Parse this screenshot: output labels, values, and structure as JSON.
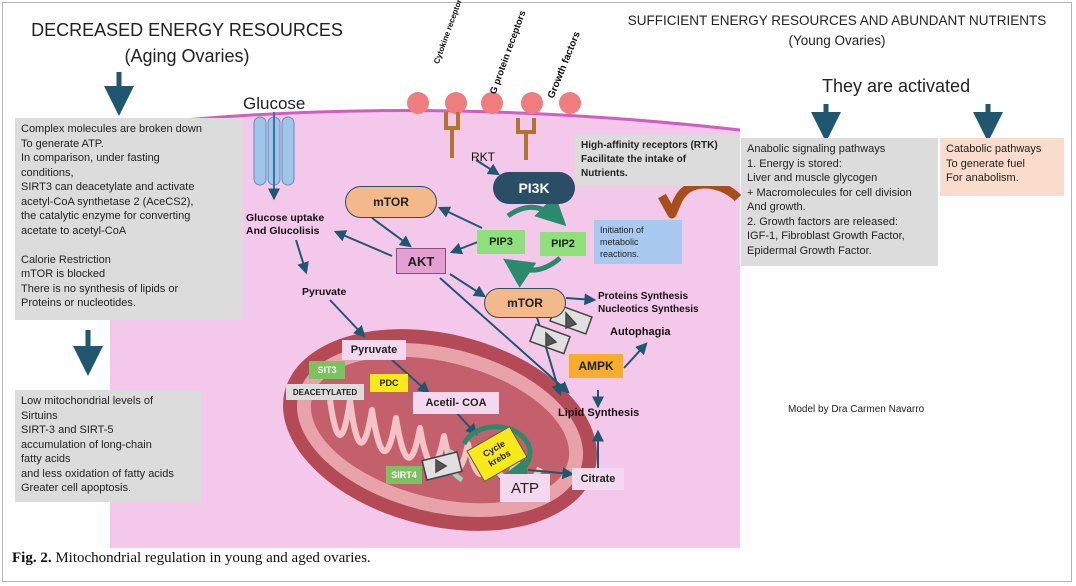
{
  "titles": {
    "left_main": "DECREASED ENERGY RESOURCES",
    "left_sub": "(Aging Ovaries)",
    "right_main": "SUFFICIENT ENERGY RESOURCES AND ABUNDANT NUTRIENTS",
    "right_sub": "(Young Ovaries)",
    "activated": "They are activated"
  },
  "boxes": {
    "left_top": "Complex molecules are broken down\nTo generate ATP.\nIn comparison, under fasting\nconditions,\nSIRT3 can deacetylate and activate\nacetyl-CoA synthetase 2 (AceCS2),\nthe catalytic enzyme for converting\nacetate to acetyl-CoA\n\nCalorie Restriction\nmTOR is blocked\nThere is no synthesis of lipids or\nProteins or nucleotides.",
    "left_bottom": "Low mitochondrial levels of\nSirtuins\nSIRT-3 and SIRT-5\naccumulation of long-chain\nfatty acids\nand less oxidation of fatty acids\nGreater cell apoptosis.",
    "rtk": "High-affinity receptors (RTK)\nFacilitate the intake of\nNutrients.",
    "anabolic": "Anabolic signaling pathways\n1. Energy is stored:\nLiver and muscle glycogen\n+ Macromolecules for cell division\nAnd growth.\n2. Growth factors are released:\nIGF-1, Fibroblast Growth Factor,\nEpidermal Growth Factor.",
    "catabolic": "Catabolic pathways\nTo generate fuel\nFor anabolism.",
    "initiation": "Initiation of\nmetabolic\nreactions."
  },
  "receptors": {
    "cytokine": "Cytokine receptors",
    "g_protein": "G protein receptors",
    "growth": "Growth factors",
    "rkt": "RKT"
  },
  "nodes": {
    "glucose": "Glucose",
    "glucose_uptake": "Glucose uptake\nAnd Glucolisis",
    "pi3k": "PI3K",
    "mtor_top": "mTOR",
    "pip3": "PIP3",
    "pip2": "PIP2",
    "akt": "AKT",
    "pyruvate_out": "Pyruvate",
    "mtor_mid": "mTOR",
    "proteins": "Proteins Synthesis\nNucleotics Synthesis",
    "autophagia": "Autophagia",
    "ampk": "AMPK",
    "lipid": "Lipid Synthesis",
    "pyruvate_in": "Pyruvate",
    "sit3": "SIT3",
    "pdc": "PDC",
    "deacetylated": "DEACETYLATED",
    "acetil": "Acetil- COA",
    "cycle": "Cycle\nkrebs",
    "sirt4": "SIRT4",
    "atp": "ATP",
    "citrate": "Citrate"
  },
  "credit": "Model by Dra Carmen Navarro",
  "caption": {
    "label": "Fig. 2.",
    "text": "Mitochondrial regulation in young and aged ovaries."
  },
  "colors": {
    "cell_fill": "#f3c8ea",
    "membrane": "#cf5fbf",
    "gray_box": "#dcdcdc",
    "pi3k": "#2a4e66",
    "mtor": "#f4b98a",
    "pip": "#8ee07a",
    "akt": "#e3a0d2",
    "ampk": "#f6ad2c",
    "pdc": "#f7ea18",
    "initiation": "#a9c9ee",
    "catabolic": "#f9dccb",
    "arrow": "#1f5770",
    "ligand": "#ef7d7d",
    "receptor": "#b0742e"
  }
}
